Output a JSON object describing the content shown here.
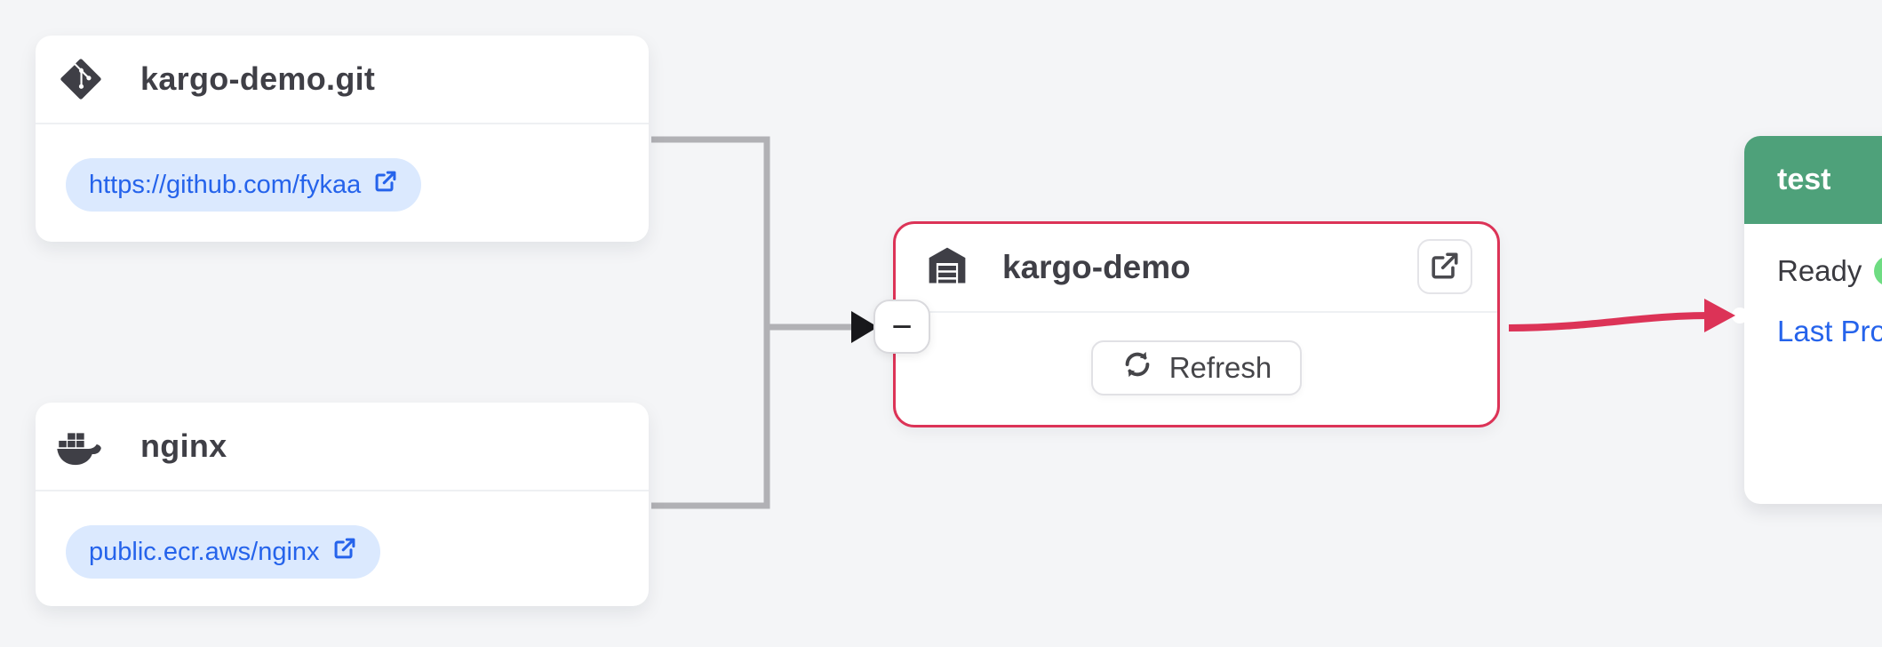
{
  "colors": {
    "background": "#f4f5f7",
    "accent_red": "#dc3357",
    "stage_green": "#4ea17a",
    "ready_dot_green": "#6edc82",
    "link_blue": "#2563eb",
    "link_pill_bg": "#dbe9fe",
    "edge_gray": "#b1b1b5",
    "text_dark": "#3f3f46"
  },
  "sources": [
    {
      "title": "kargo-demo.git",
      "icon": "git-icon",
      "link_label": "https://github.com/fykaa"
    },
    {
      "title": "nginx",
      "icon": "docker-icon",
      "link_label": "public.ecr.aws/nginx"
    }
  ],
  "warehouse": {
    "title": "kargo-demo",
    "icon": "warehouse-icon",
    "refresh_label": "Refresh",
    "collapse_glyph": "−"
  },
  "stage": {
    "name": "test",
    "ready_label": "Ready",
    "last_promotion_label": "Last Promotion"
  }
}
